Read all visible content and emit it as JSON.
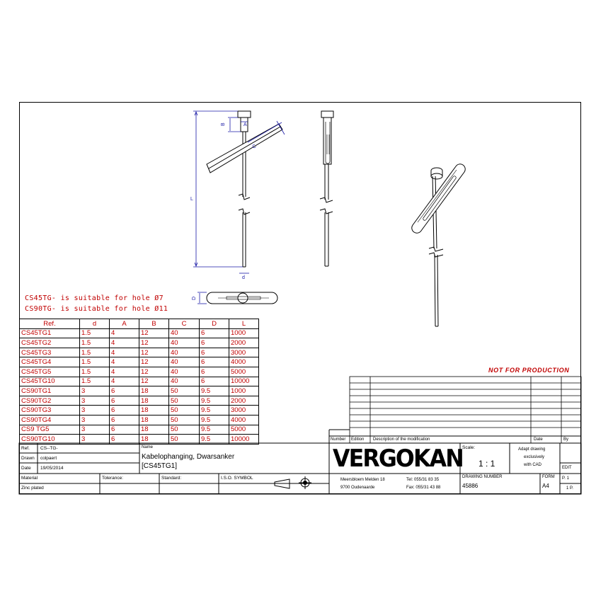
{
  "notes": {
    "line1": "CS45TG- is suitable for hole Ø7",
    "line2": "CS90TG- is suitable for hole Ø11"
  },
  "table": {
    "headers": [
      "Ref.",
      "d",
      "A",
      "B",
      "C",
      "D",
      "L"
    ],
    "rows": [
      [
        "CS45TG1",
        "1.5",
        "4",
        "12",
        "40",
        "6",
        "1000"
      ],
      [
        "CS45TG2",
        "1.5",
        "4",
        "12",
        "40",
        "6",
        "2000"
      ],
      [
        "CS45TG3",
        "1.5",
        "4",
        "12",
        "40",
        "6",
        "3000"
      ],
      [
        "CS45TG4",
        "1.5",
        "4",
        "12",
        "40",
        "6",
        "4000"
      ],
      [
        "CS45TG5",
        "1.5",
        "4",
        "12",
        "40",
        "6",
        "5000"
      ],
      [
        "CS45TG10",
        "1.5",
        "4",
        "12",
        "40",
        "6",
        "10000"
      ],
      [
        "CS90TG1",
        "3",
        "6",
        "18",
        "50",
        "9.5",
        "1000"
      ],
      [
        "CS90TG2",
        "3",
        "6",
        "18",
        "50",
        "9.5",
        "2000"
      ],
      [
        "CS90TG3",
        "3",
        "6",
        "18",
        "50",
        "9.5",
        "3000"
      ],
      [
        "CS90TG4",
        "3",
        "6",
        "18",
        "50",
        "9.5",
        "4000"
      ],
      [
        "CS9 TG5",
        "3",
        "6",
        "18",
        "50",
        "9.5",
        "5000"
      ],
      [
        "CS90TG10",
        "3",
        "6",
        "18",
        "50",
        "9.5",
        "10000"
      ]
    ]
  },
  "dims": {
    "B": "B",
    "A": "A",
    "C": "C",
    "L": "L",
    "d": "d",
    "D": "D"
  },
  "stamp": "NOT FOR PRODUCTION",
  "revision": {
    "number": "Number",
    "edition": "Edition",
    "description": "Description of the modification",
    "date": "Date",
    "by": "By"
  },
  "titleblock": {
    "ref_label": "Ref.",
    "ref_value": "CS--TG-",
    "drawn_label": "Drawn",
    "drawn_value": "colpaert",
    "date_label": "Date",
    "date_value": "19/05/2014",
    "name_label": "Name",
    "name_line1": "Kabelophanging, Dwarsanker",
    "name_line2": "[CS45TG1]",
    "material_label": "Material",
    "material_value": "Zinc plated",
    "tolerance_label": "Tolerance:",
    "standard_label": "Standard:",
    "iso_label": "I.S.O. SYMBOL",
    "company": "VERGOKAN",
    "address1": "Meersbloem Melden 18",
    "address2": "9700 Oudenaarde",
    "tel": "Tel: 055/31 83 35",
    "fax": "Fax: 055/31 43 88",
    "scale_label": "Scale:",
    "scale_value": "1 : 1",
    "adapt_line1": "Adapt drawing",
    "adapt_line2": "exclusively",
    "adapt_line3": "with CAD",
    "drawing_number_label": "DRAWING NUMBER",
    "drawing_number": "45886",
    "format_label": "FORM",
    "format_value": "A4",
    "edit_label": "EDIT",
    "page": "P. 1",
    "pages": "1 P."
  },
  "colors": {
    "dimension": "#1a1aa6",
    "text_red": "#c00000",
    "line": "#000000"
  }
}
